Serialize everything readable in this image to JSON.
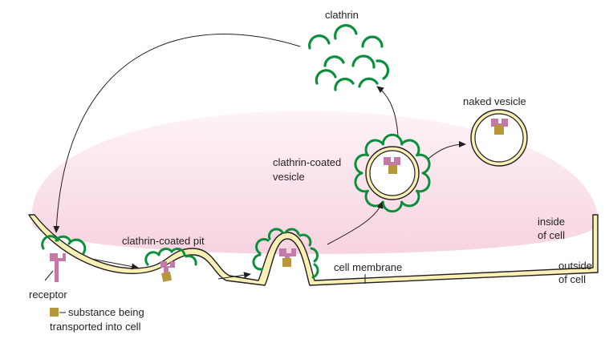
{
  "labels": {
    "clathrin": "clathrin",
    "naked_vesicle": "naked vesicle",
    "coated_vesicle_line1": "clathrin-coated",
    "coated_vesicle_line2": "vesicle",
    "coated_pit": "clathrin-coated pit",
    "cell_membrane": "cell membrane",
    "inside_line1": "inside",
    "inside_line2": "of cell",
    "outside_line1": "outside",
    "outside_line2": "of cell",
    "receptor": "receptor",
    "legend_line1": "substance being",
    "legend_line2": "transported into cell"
  },
  "colors": {
    "cytoplasm_top": "#fbeaf0",
    "cytoplasm_bottom": "#f7cfdd",
    "membrane_fill": "#f8f0b4",
    "outline": "#231f20",
    "clathrin": "#0a8f3c",
    "receptor": "#c47aa8",
    "substance": "#b8963a"
  }
}
